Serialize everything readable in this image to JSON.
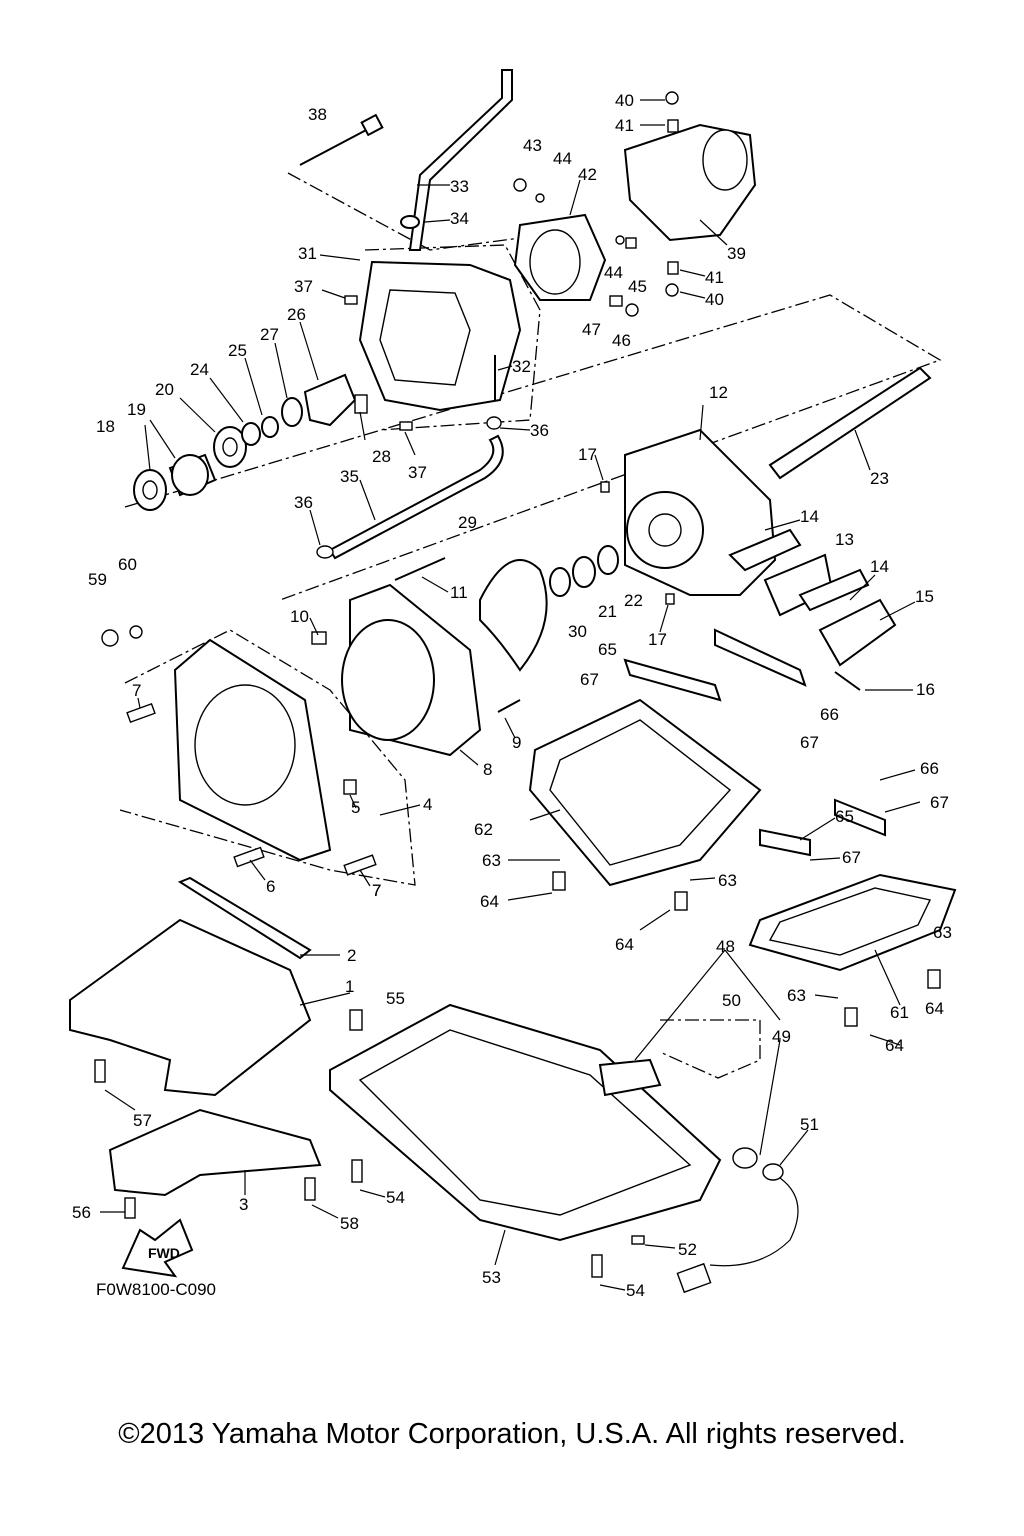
{
  "diagram_code": "F0W8100-C090",
  "copyright": "©2013 Yamaha Motor Corporation, U.S.A. All rights reserved.",
  "fwd_label": "FWD",
  "callouts": [
    "1",
    "2",
    "3",
    "4",
    "5",
    "6",
    "7",
    "7",
    "7",
    "8",
    "9",
    "10",
    "11",
    "12",
    "13",
    "14",
    "14",
    "15",
    "16",
    "17",
    "17",
    "18",
    "19",
    "20",
    "21",
    "22",
    "23",
    "24",
    "25",
    "26",
    "27",
    "28",
    "29",
    "30",
    "31",
    "32",
    "33",
    "34",
    "35",
    "36",
    "36",
    "37",
    "37",
    "38",
    "39",
    "40",
    "40",
    "41",
    "41",
    "42",
    "43",
    "44",
    "44",
    "45",
    "46",
    "47",
    "48",
    "49",
    "50",
    "51",
    "52",
    "53",
    "54",
    "54",
    "55",
    "56",
    "57",
    "58",
    "59",
    "60",
    "61",
    "62",
    "63",
    "63",
    "63",
    "63",
    "64",
    "64",
    "64",
    "64",
    "65",
    "65",
    "66",
    "66",
    "67",
    "67",
    "67",
    "67"
  ]
}
